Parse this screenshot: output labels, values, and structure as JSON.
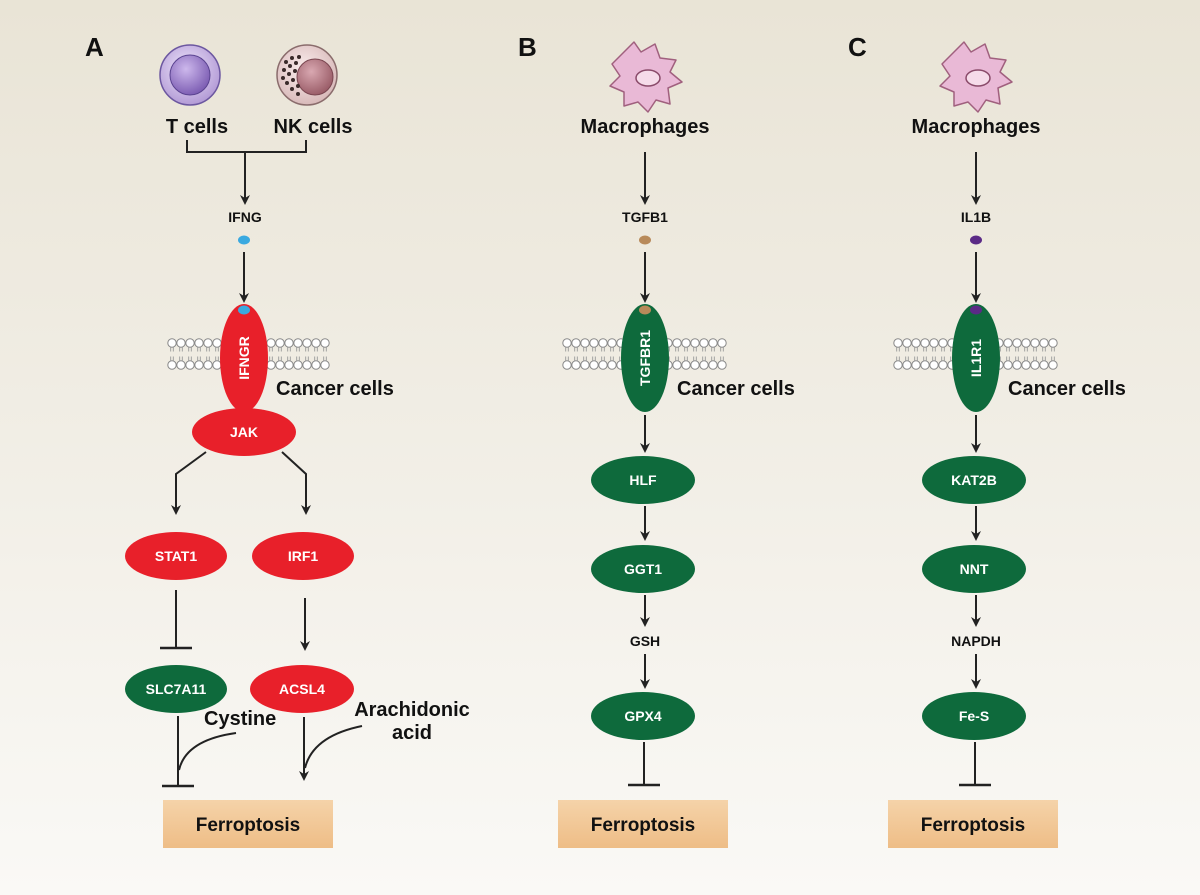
{
  "colors": {
    "background_top": "#e9e4d6",
    "red_node": "#e8202a",
    "green_node": "#0e6a3c",
    "ifng_dot": "#3aa9e0",
    "tgfb1_dot": "#b88a5a",
    "il1b_dot": "#5b2a86",
    "macrophage": "#e9b9d6",
    "t_cell": "#b39bd6",
    "nk_cell": "#c98f9b",
    "ferroptosis_box": "#f2c99a",
    "arrow": "#222222"
  },
  "panels": {
    "A": {
      "letter": "A",
      "source_cells": [
        "T cells",
        "NK cells"
      ],
      "ligand": "IFNG",
      "receptor": "IFNGR",
      "cell_label": "Cancer cells",
      "kinase": "JAK",
      "branches": [
        "STAT1",
        "IRF1"
      ],
      "targets": [
        "SLC7A11",
        "ACSL4"
      ],
      "inputs": [
        "Cystine",
        "Arachidonic",
        "acid"
      ],
      "outcome": "Ferroptosis"
    },
    "B": {
      "letter": "B",
      "source_cell": "Macrophages",
      "ligand": "TGFB1",
      "receptor": "TGFBR1",
      "cell_label": "Cancer cells",
      "chain": [
        "HLF",
        "GGT1",
        "GSH",
        "GPX4"
      ],
      "outcome": "Ferroptosis"
    },
    "C": {
      "letter": "C",
      "source_cell": "Macrophages",
      "ligand": "IL1B",
      "receptor": "IL1R1",
      "cell_label": "Cancer cells",
      "chain": [
        "KAT2B",
        "NNT",
        "NAPDH",
        "Fe-S"
      ],
      "outcome": "Ferroptosis"
    }
  }
}
